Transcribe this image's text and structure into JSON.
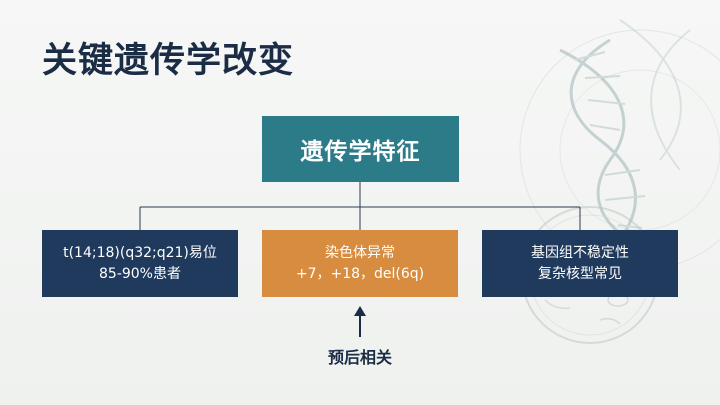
{
  "slide": {
    "title": "关键遗传学改变"
  },
  "diagram": {
    "root": {
      "label": "遗传学特征",
      "color": "#2c7b88"
    },
    "children": [
      {
        "line1": "t(14;18)(q32;q21)易位",
        "line2": "85-90%患者",
        "color": "#1f3a5d"
      },
      {
        "line1": "染色体异常",
        "line2": "+7，+18，del(6q)",
        "color": "#d78c40"
      },
      {
        "line1": "基因组不稳定性",
        "line2": "复杂核型常见",
        "color": "#1f3a5d"
      }
    ],
    "annotation": {
      "label": "预后相关",
      "points_to": "染色体异常"
    }
  },
  "decorations": {
    "dna_icon": "dna-helix-icon",
    "cell_icon": "cell-icon"
  }
}
